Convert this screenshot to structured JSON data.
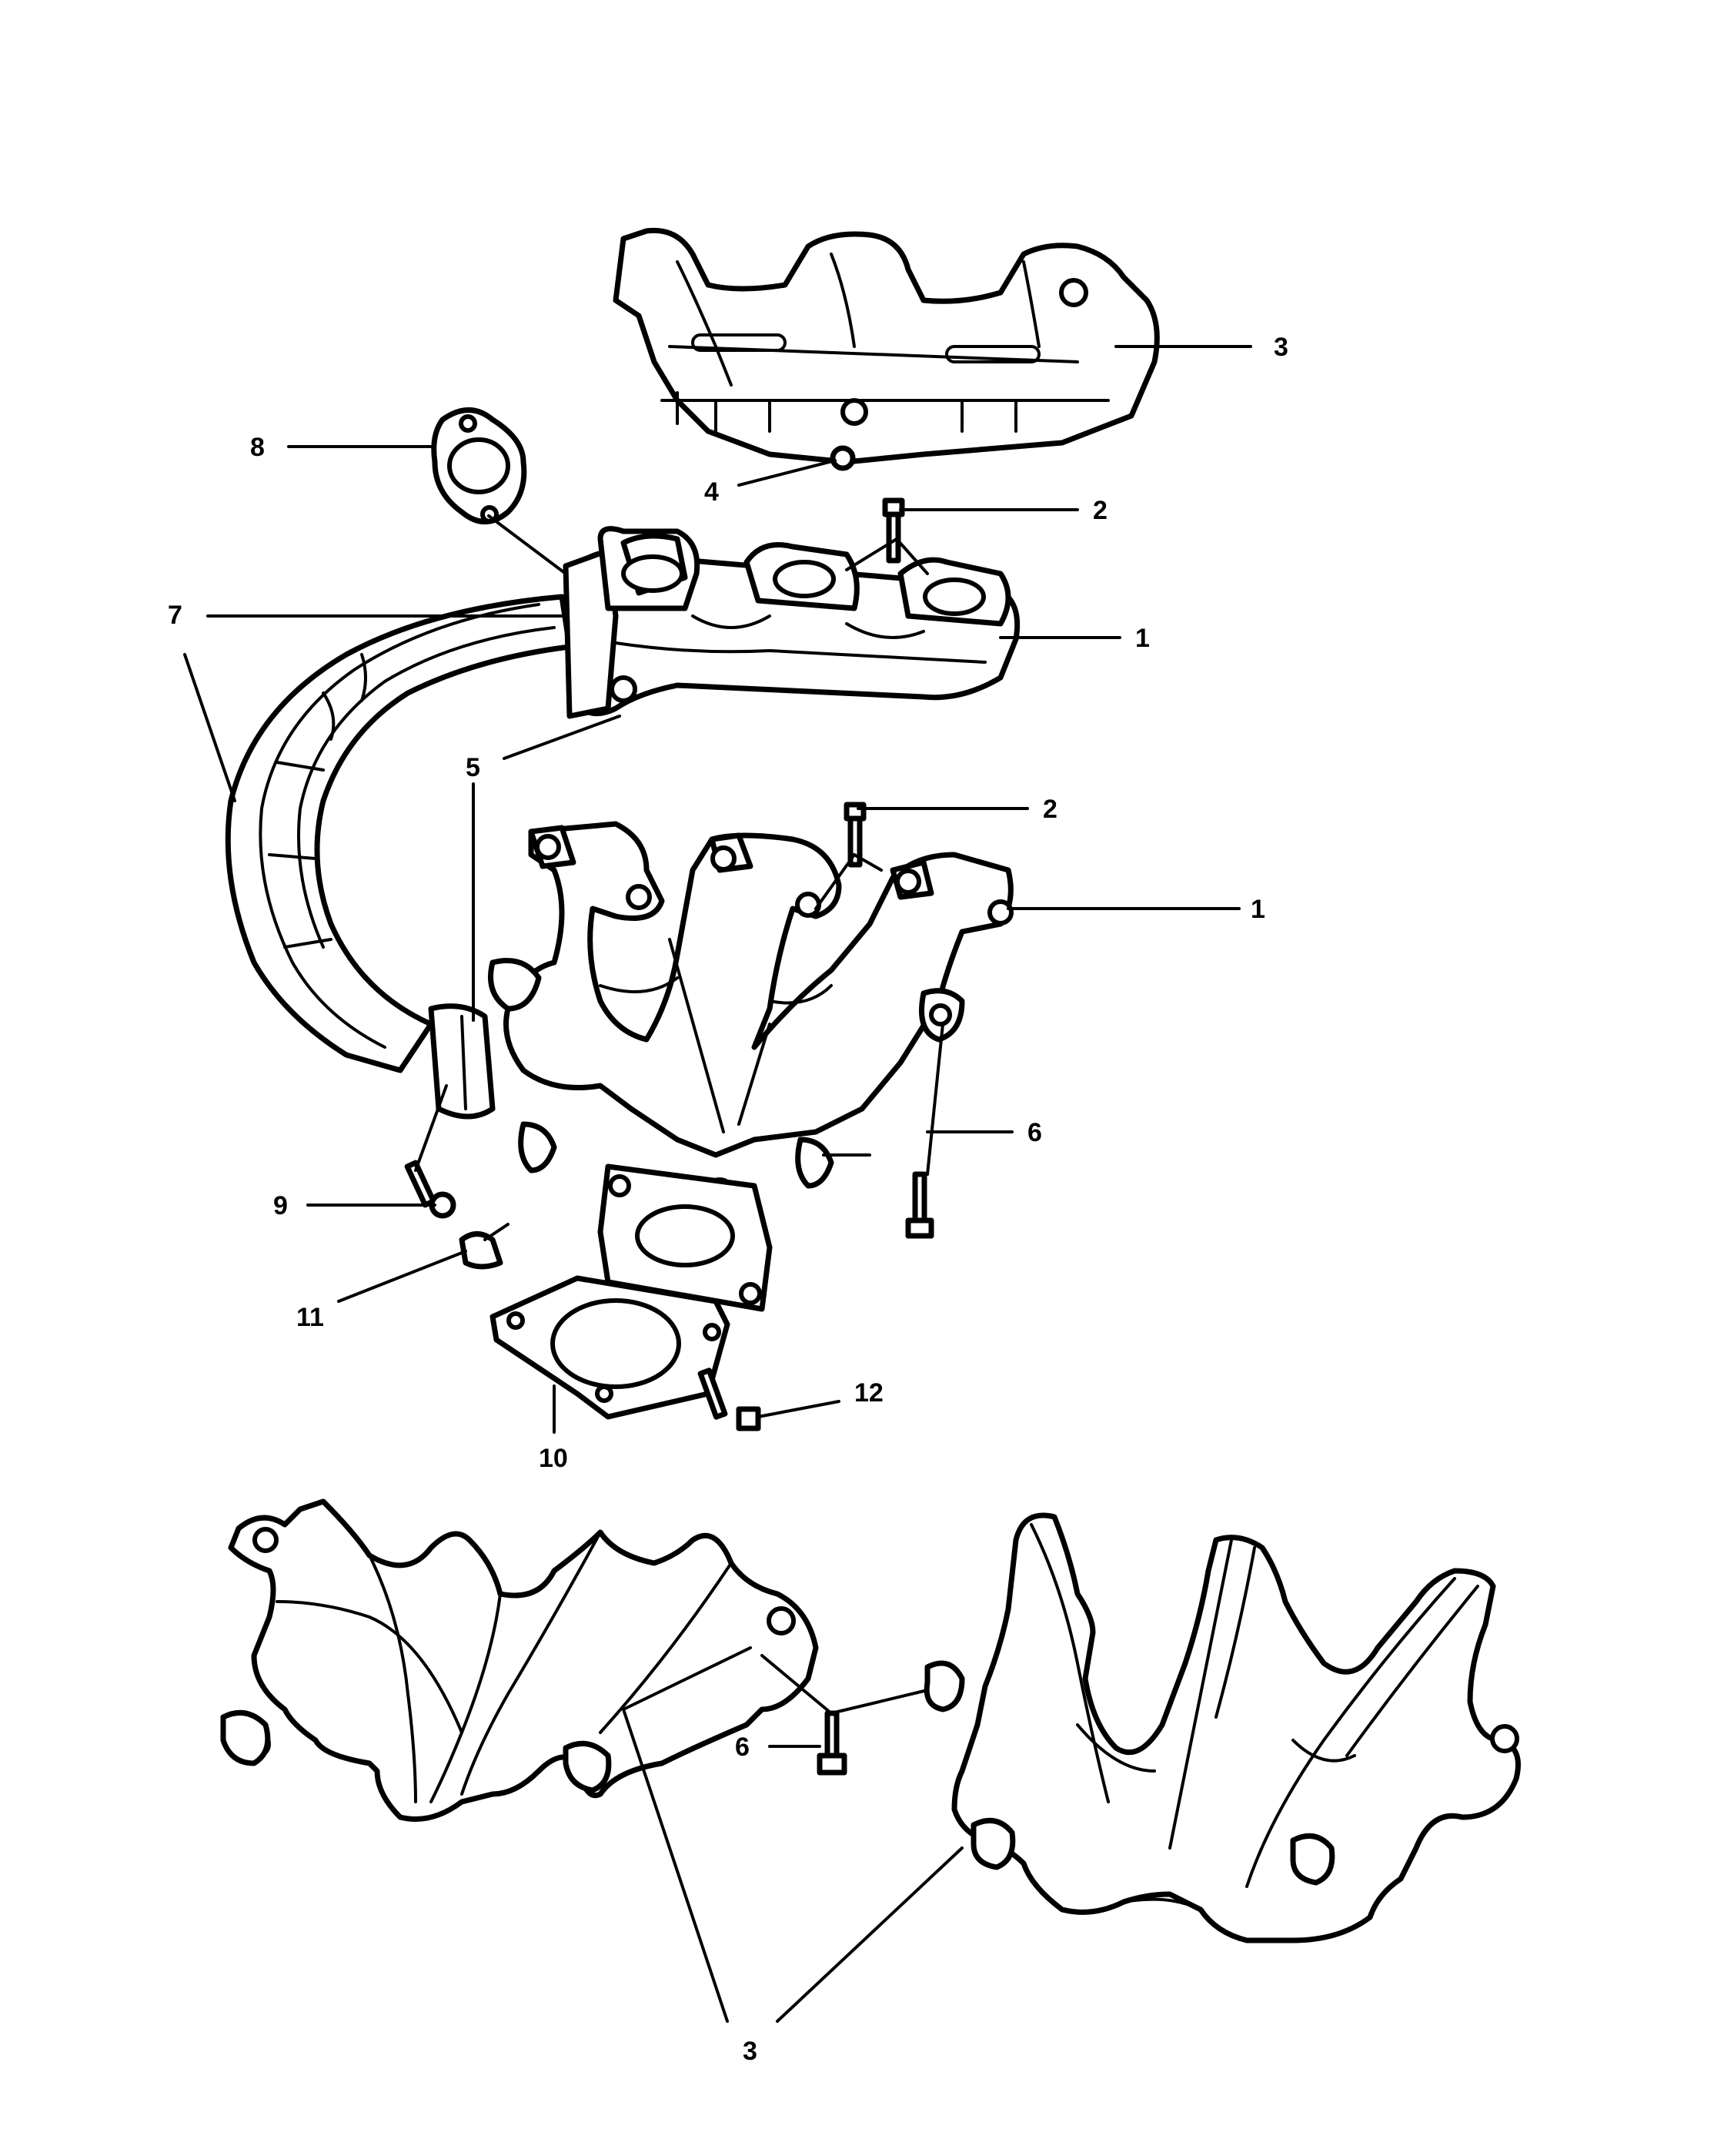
{
  "callouts": {
    "c1a": "1",
    "c1b": "1",
    "c2a": "2",
    "c2b": "2",
    "c3a": "3",
    "c3b": "3",
    "c4": "4",
    "c5": "5",
    "c6a": "6",
    "c6b": "6",
    "c7": "7",
    "c8": "8",
    "c9": "9",
    "c10": "10",
    "c11": "11",
    "c12": "12"
  },
  "colors": {
    "line": "#000000",
    "background": "#ffffff",
    "shade": "#dcdcdc"
  }
}
